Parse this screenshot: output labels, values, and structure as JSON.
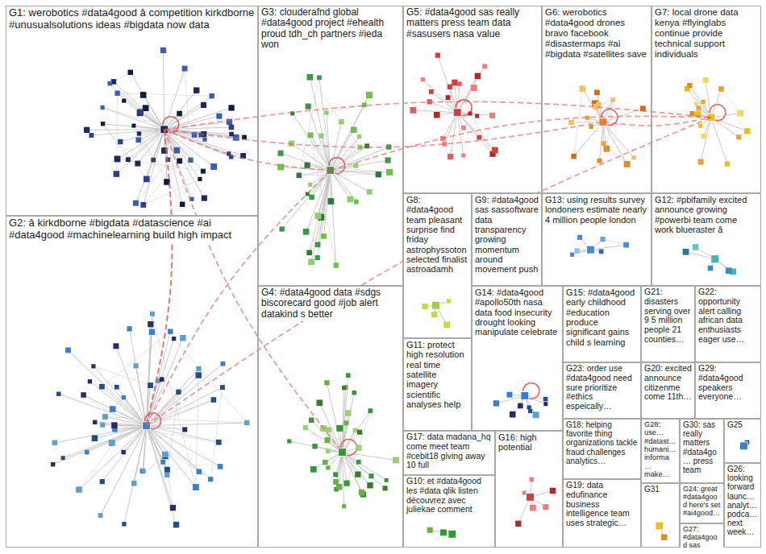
{
  "diagram": {
    "nodes": [
      {
        "text": [
          "G1: werobotics #data4good â competition kirkdborne #unusualsolutions ideas #bigdata now data"
        ]
      },
      {
        "text": [
          "G2: â kirkdborne #bigdata #datascience #ai #data4good #machinelearning build high impact"
        ]
      },
      {
        "text": [
          "G3: clouderafnd global #data4good project #ehealth proud tdh_ch partners #ieda won"
        ]
      },
      {
        "text": [
          "G4: #data4good data #sdgs biscorecard good #job alert datakind s better"
        ]
      },
      {
        "text": [
          "G5: #data4good sas really matters press team data #sasusers nasa value"
        ]
      },
      {
        "text": [
          "G6: werobotics #data4good drones bravo facebook #disastermaps #ai #bigdata #satellites save"
        ]
      },
      {
        "text": [
          "G7: local drone data kenya #flyinglabs continue provide technical support individuals"
        ]
      },
      {
        "text": [
          "G8: #data4good team pleasant surprise find friday astrophyssoton selected finalist astroadamh"
        ]
      },
      {
        "text": [
          "G9: #data4good sas sassoftware data transparency growing momentum around movement push"
        ]
      },
      {
        "text": [
          "G13: using results survey londoners estimate nearly 4 million people london"
        ]
      },
      {
        "text": [
          "G12: #pbifamily excited announce growing #powerbi team come work blueraster â"
        ]
      },
      {
        "text": [
          "G11: protect high resolution real time satellite imagery scientific analyses help"
        ]
      },
      {
        "text": [
          "G14: #data4good #apollo50th nasa data food insecurity drought looking manipulate celebrate"
        ]
      },
      {
        "text": [
          "G15: #data4good early childhood #education produce significant gains child s learning"
        ]
      },
      {
        "text": [
          "G21: disasters serving over 9 5 million people 21 counties…"
        ]
      },
      {
        "text": [
          "G22: opportunity alert calling african data enthusiasts eager use…"
        ]
      },
      {
        "text": [
          "G23: order use #data4good need sure prioritize #ethics espeically…"
        ]
      },
      {
        "text": [
          "G20: excited announce citizenme come 11th…"
        ]
      },
      {
        "text": [
          "G29: #data4good speakers everyone…"
        ]
      },
      {
        "text": [
          "G17: data madana_hq come meet team #cebit18 giving away 10 full"
        ]
      },
      {
        "text": [
          "G18: helping favorite thing organizations tackle fraud challenges analytics…"
        ]
      },
      {
        "text": [
          "G28: use… #datast… humani… informa… make…"
        ]
      },
      {
        "text": [
          "G30: sas really matters #data4go… press team"
        ]
      },
      {
        "text": [
          "G25"
        ]
      },
      {
        "text": [
          "G26: looking forward launc… analyt… podca… next week…"
        ]
      },
      {
        "text": [
          "G10: et #data4good les #data qlik listen découvrez avec juliekae comment"
        ]
      },
      {
        "text": [
          "G16: high potential"
        ]
      },
      {
        "text": [
          "G19: data edufinance business intelligence team uses strategic…"
        ]
      },
      {
        "text": [
          "G31"
        ]
      },
      {
        "text": [
          "G24: great #data4good here's set #ai4good…"
        ]
      },
      {
        "text": [
          "G27: #data4good sas"
        ]
      }
    ]
  }
}
